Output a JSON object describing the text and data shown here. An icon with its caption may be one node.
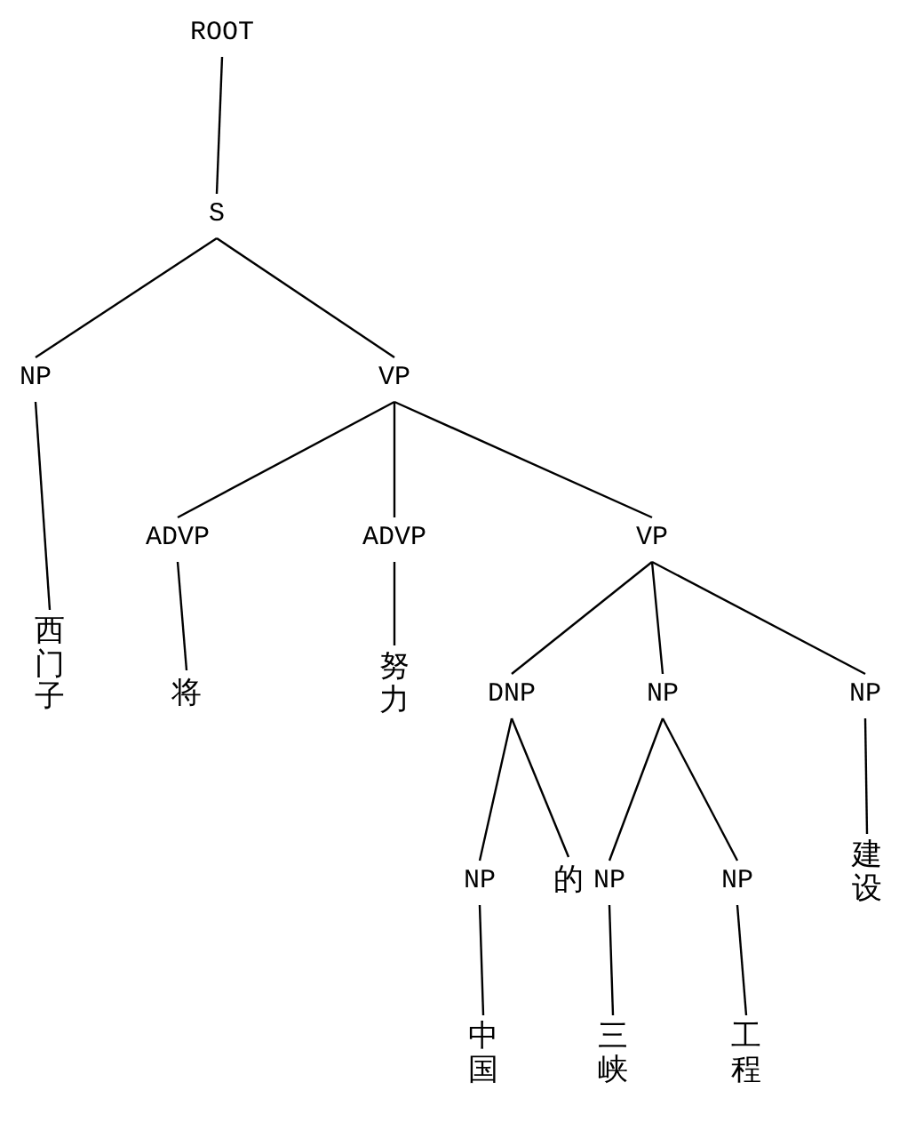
{
  "diagram": {
    "nodes": [
      {
        "text": [
          "ROOT"
        ]
      },
      {
        "text": [
          "S"
        ]
      },
      {
        "text": [
          "NP"
        ]
      },
      {
        "text": [
          "VP"
        ]
      },
      {
        "text": [
          "西门子"
        ]
      },
      {
        "text": [
          "ADVP"
        ]
      },
      {
        "text": [
          "ADVP"
        ]
      },
      {
        "text": [
          "VP"
        ]
      },
      {
        "text": [
          "将"
        ]
      },
      {
        "text": [
          "努力"
        ]
      },
      {
        "text": [
          "DNP"
        ]
      },
      {
        "text": [
          "NP"
        ]
      },
      {
        "text": [
          "NP"
        ]
      },
      {
        "text": [
          "NP"
        ]
      },
      {
        "text": [
          "的"
        ]
      },
      {
        "text": [
          "NP"
        ]
      },
      {
        "text": [
          "NP"
        ]
      },
      {
        "text": [
          "建设"
        ]
      },
      {
        "text": [
          "中国"
        ]
      },
      {
        "text": [
          "三峡"
        ]
      },
      {
        "text": [
          "工程"
        ]
      }
    ],
    "edges": [
      {
        "from": 0,
        "to": 1,
        "arrow": "none"
      },
      {
        "from": 1,
        "to": 2,
        "arrow": "none"
      },
      {
        "from": 1,
        "to": 3,
        "arrow": "none"
      },
      {
        "from": 2,
        "to": 4,
        "arrow": "none"
      },
      {
        "from": 3,
        "to": 5,
        "arrow": "none"
      },
      {
        "from": 3,
        "to": 6,
        "arrow": "none"
      },
      {
        "from": 3,
        "to": 7,
        "arrow": "none"
      },
      {
        "from": 5,
        "to": 8,
        "arrow": "none"
      },
      {
        "from": 6,
        "to": 9,
        "arrow": "none"
      },
      {
        "from": 7,
        "to": 10,
        "arrow": "none"
      },
      {
        "from": 7,
        "to": 11,
        "arrow": "none"
      },
      {
        "from": 7,
        "to": 12,
        "arrow": "none"
      },
      {
        "from": 10,
        "to": 13,
        "arrow": "none"
      },
      {
        "from": 10,
        "to": 14,
        "arrow": "none"
      },
      {
        "from": 11,
        "to": 15,
        "arrow": "none"
      },
      {
        "from": 11,
        "to": 16,
        "arrow": "none"
      },
      {
        "from": 12,
        "to": 17,
        "arrow": "none"
      },
      {
        "from": 13,
        "to": 18,
        "arrow": "none"
      },
      {
        "from": 15,
        "to": 19,
        "arrow": "none"
      },
      {
        "from": 16,
        "to": 20,
        "arrow": "none"
      }
    ]
  }
}
